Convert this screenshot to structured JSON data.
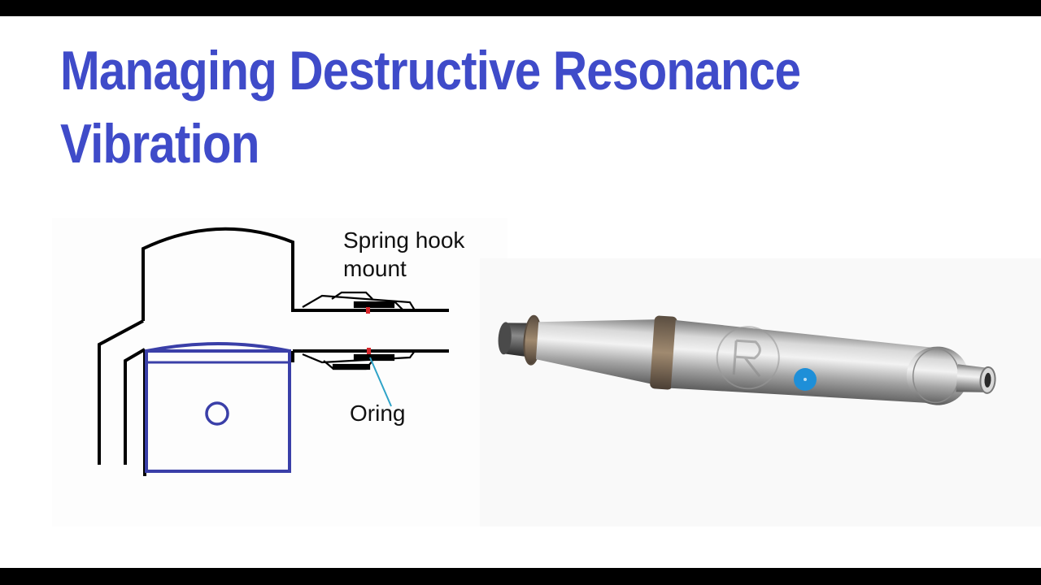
{
  "title": {
    "line1": "Managing Destructive Resonance",
    "line2": "Vibration",
    "color": "#3f4bc9"
  },
  "diagram": {
    "labels": {
      "spring_line1": "Spring hook",
      "spring_line2": "mount",
      "oring": "Oring"
    },
    "colors": {
      "outline": "#000000",
      "piston": "#3a3fa8",
      "oring_marker": "#d8262b",
      "leader": "#2fa3c8"
    }
  },
  "photo": {
    "subject": "expansion-chamber-exhaust-pipe",
    "marker_color": "#1e8fd8"
  }
}
